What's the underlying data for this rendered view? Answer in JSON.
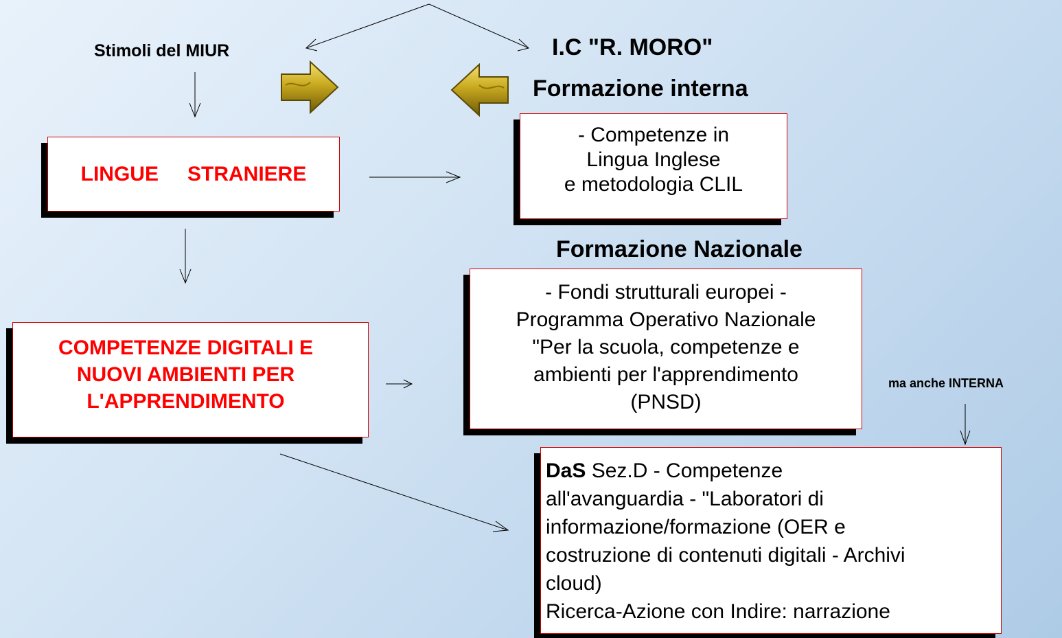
{
  "labels": {
    "stimoli": "Stimoli del MIUR",
    "ic_moro": "I.C \"R. MORO\"",
    "formazione_interna": "Formazione interna",
    "formazione_nazionale": "Formazione Nazionale",
    "ma_anche": "ma anche INTERNA"
  },
  "boxes": {
    "lingue": {
      "word1": "LINGUE",
      "word2": "STRANIERE"
    },
    "competenze_digitali": {
      "lines": [
        "COMPETENZE DIGITALI E",
        "NUOVI AMBIENTI PER",
        "L'APPRENDIMENTO"
      ]
    },
    "inglese": {
      "lines": [
        "- Competenze in",
        "Lingua Inglese",
        "e metodologia CLIL"
      ]
    },
    "fondi": {
      "lines": [
        "- Fondi strutturali europei -",
        "Programma Operativo Nazionale",
        "\"Per la scuola, competenze e",
        "ambienti per l'apprendimento",
        "(PNSD)"
      ]
    },
    "das": {
      "bold": "DaS",
      "first_rest": " Sez.D - Competenze",
      "lines": [
        "all'avanguardia - \"Laboratori di",
        "informazione/formazione (OER e",
        "costruzione di contenuti digitali - Archivi",
        "cloud)",
        "Ricerca-Azione con Indire: narrazione"
      ]
    }
  },
  "colors": {
    "box_text_red": "#ff0000",
    "box_border": "#d00000",
    "arrow_gold": "#c8a820",
    "background_start": "#e9f2fb",
    "background_end": "#aecbe6"
  },
  "icons": {
    "arrow_right": "gold-arrow-right-icon",
    "arrow_left": "gold-arrow-left-icon"
  }
}
